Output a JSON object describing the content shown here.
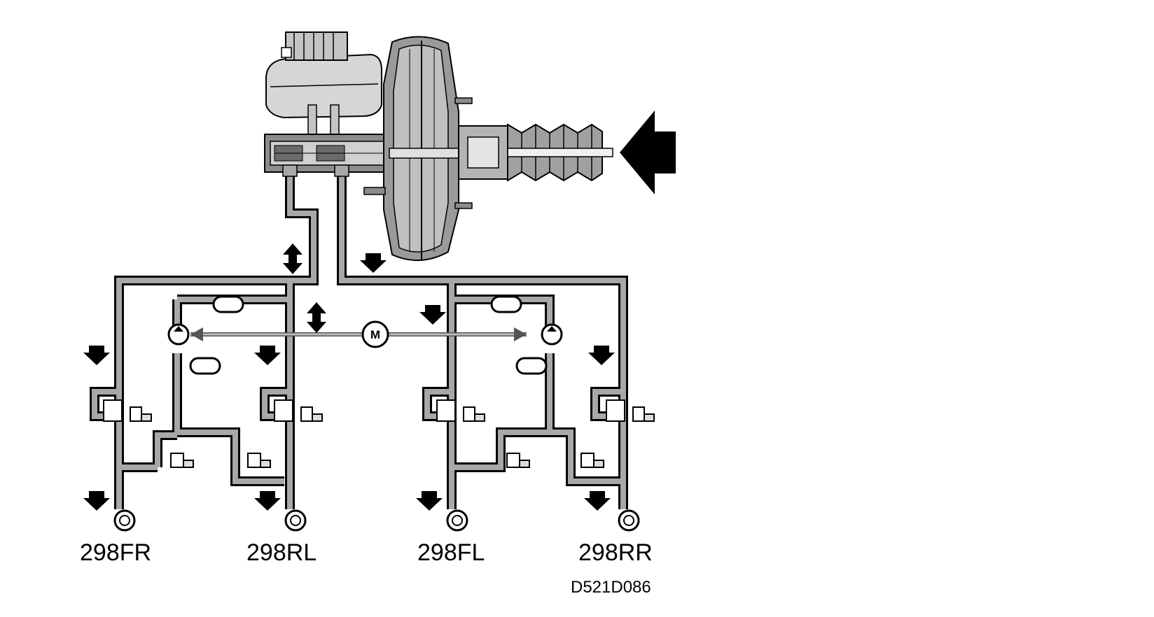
{
  "diagram": {
    "motor_label": "M",
    "wheels": [
      {
        "id": "fr",
        "label": "298FR"
      },
      {
        "id": "rl",
        "label": "298RL"
      },
      {
        "id": "fl",
        "label": "298FL"
      },
      {
        "id": "rr",
        "label": "298RR"
      }
    ],
    "figure_code": "D521D086"
  },
  "colors": {
    "pipe_fill": "#a8a8a8",
    "pipe_outline": "#000000",
    "background": "#ffffff",
    "arrow": "#000000"
  }
}
